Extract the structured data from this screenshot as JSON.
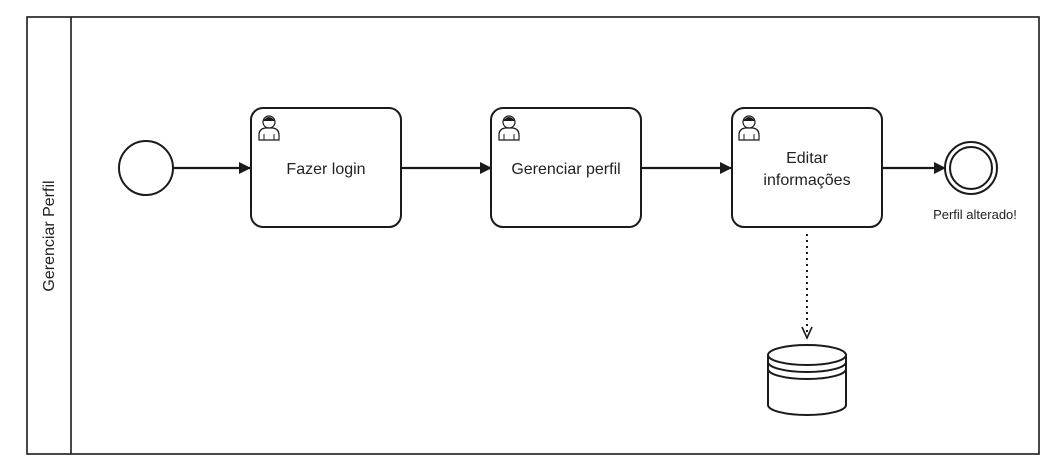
{
  "pool": {
    "lane_label": "Gerenciar Perfil"
  },
  "tasks": [
    {
      "type": "user-task",
      "lines": [
        "Fazer login"
      ]
    },
    {
      "type": "user-task",
      "lines": [
        "Gerenciar perfil"
      ]
    },
    {
      "type": "user-task",
      "lines": [
        "Editar",
        "informações"
      ]
    }
  ],
  "events": {
    "start": {
      "label": ""
    },
    "end": {
      "label": "Perfil alterado!"
    }
  },
  "data_store": {
    "label": ""
  },
  "colors": {
    "stroke": "#1a1a1a",
    "fill": "#ffffff",
    "text": "#222222"
  }
}
